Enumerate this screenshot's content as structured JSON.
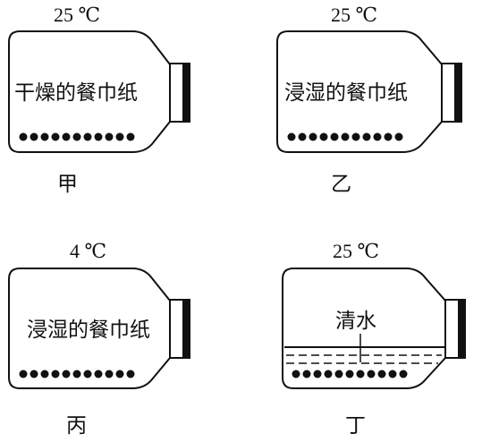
{
  "figure": {
    "jars": [
      {
        "id": "jia",
        "temperature": "25 ℃",
        "content_label": "干燥的餐巾纸",
        "caption": "甲"
      },
      {
        "id": "yi",
        "temperature": "25 ℃",
        "content_label": "浸湿的餐巾纸",
        "caption": "乙"
      },
      {
        "id": "bing",
        "temperature": "4 ℃",
        "content_label": "浸湿的餐巾纸",
        "caption": "丙"
      },
      {
        "id": "ding",
        "temperature": "25 ℃",
        "content_label": "清水",
        "caption": "丁"
      }
    ],
    "colors": {
      "stroke": "#111111",
      "seed": "#111111",
      "background": "#ffffff"
    }
  }
}
